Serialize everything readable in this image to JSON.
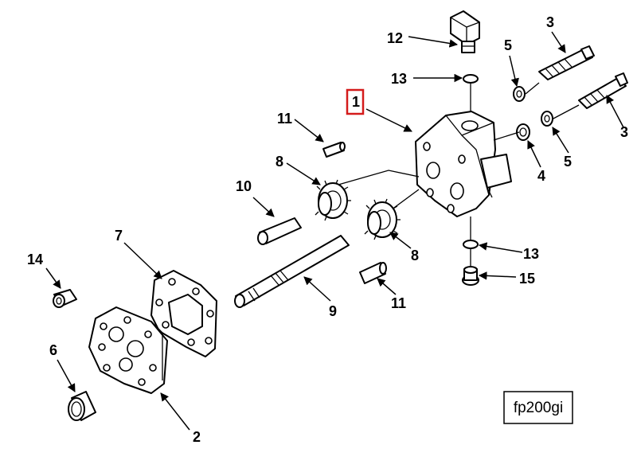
{
  "diagram": {
    "reference_code": "fp200gi",
    "highlighted_callout": "1",
    "callouts": {
      "c1": "1",
      "c2": "2",
      "c3a": "3",
      "c3b": "3",
      "c4": "4",
      "c5a": "5",
      "c5b": "5",
      "c6": "6",
      "c7": "7",
      "c8a": "8",
      "c8b": "8",
      "c9": "9",
      "c10": "10",
      "c11a": "11",
      "c11b": "11",
      "c12": "12",
      "c13a": "13",
      "c13b": "13",
      "c14": "14",
      "c15": "15"
    },
    "colors": {
      "line": "#000000",
      "highlight": "#d41b1b",
      "background": "#ffffff"
    }
  }
}
